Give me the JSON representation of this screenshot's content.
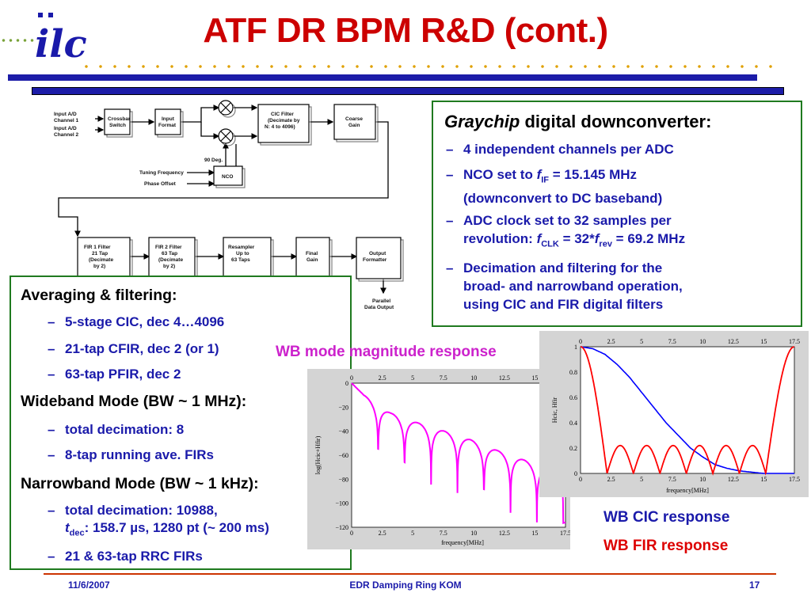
{
  "logo": {
    "text": "ilc"
  },
  "title": "ATF DR BPM R&D (cont.)",
  "block_diagram": {
    "labels": {
      "input1": "Input A/D Channel 1",
      "input2": "Input A/D Channel 2",
      "crossbar": "Crossbar Switch",
      "input_format": "Input Format",
      "cic": "CIC Filter (Decimate by N: 4 to 4096)",
      "coarse_gain": "Coarse Gain",
      "deg90": "90 Deg.",
      "tuning": "Tuning Frequency",
      "phase": "Phase Offset",
      "nco": "NCO",
      "fir1": "FIR 1 Filter 21 Tap (Decimate by 2)",
      "fir2": "FIR 2 Filter 63 Tap (Decimate by 2)",
      "resampler": "Resampler Up to 63 Taps",
      "final_gain": "Final Gain",
      "output_formatter": "Output Formatter",
      "parallel": "Parallel Data Output"
    }
  },
  "graychip": {
    "heading_italic": "Graychip",
    "heading_rest": " digital downconverter:",
    "items": [
      {
        "lines": [
          "4 independent channels per ADC"
        ]
      },
      {
        "lines": [
          "NCO set to f_IF = 15.145 MHz",
          "(downconvert to DC baseband)"
        ],
        "f_prefix": "NCO set to ",
        "f_letter": "f",
        "f_sub": "IF",
        "f_suffix": " = 15.145 MHz",
        "line2": "(downconvert to DC baseband)"
      },
      {
        "line1": "ADC clock set to 32 samples per",
        "line2_prefix": "revolution: ",
        "f1": "f",
        "sub1": "CLK",
        "mid": " = 32*",
        "f2": "f",
        "sub2": "rev",
        "suffix": " = 69.2 MHz"
      },
      {
        "lines": [
          "Decimation and filtering for the",
          "broad- and narrowband operation,",
          "using CIC and FIR digital filters"
        ]
      }
    ]
  },
  "averaging": {
    "h1": "Averaging & filtering:",
    "items1": [
      "5-stage CIC, dec 4…4096",
      "21-tap CFIR, dec 2 (or 1)",
      "63-tap PFIR, dec 2"
    ],
    "h2": "Wideband Mode (BW ~ 1 MHz):",
    "items2": [
      "total decimation: 8",
      "8-tap running ave. FIRs"
    ],
    "h3": "Narrowband Mode (BW ~ 1 kHz):",
    "item3a_line1": "total decimation: 10988,",
    "item3a_t": "t",
    "item3a_sub": "dec",
    "item3a_rest": ": 158.7 µs, 1280 pt (~ 200 ms)",
    "item3b": "21 & 63-tap RRC FIRs",
    "dash": "–"
  },
  "chart_data": [
    {
      "type": "line",
      "title": "WB mode magnitude response",
      "xlabel": "frequency[MHz]",
      "ylabel": "log(Hcic+Hfir)",
      "xlim": [
        0,
        17.5
      ],
      "ylim": [
        -120,
        0
      ],
      "xticks": [
        "0",
        "2.5",
        "5",
        "7.5",
        "10",
        "12.5",
        "15",
        "17.5"
      ],
      "yticks": [
        "0",
        "−20",
        "−40",
        "−60",
        "−80",
        "−100",
        "−120"
      ],
      "series": [
        {
          "color": "#ff00ff",
          "notch_x": [
            2.17,
            4.33,
            6.5,
            8.66,
            10.83,
            13.0,
            15.16
          ],
          "envelope_db": [
            [
              0,
              0
            ],
            [
              1.0,
              -10
            ],
            [
              3.2,
              -25
            ],
            [
              5.4,
              -33
            ],
            [
              7.6,
              -40
            ],
            [
              9.7,
              -47
            ],
            [
              11.9,
              -56
            ],
            [
              14.1,
              -64
            ],
            [
              16.2,
              -72
            ],
            [
              17.5,
              -68
            ]
          ]
        }
      ]
    },
    {
      "type": "line",
      "title": "",
      "xlabel": "frequency[MHz]",
      "ylabel": "Hcic, Hfir",
      "xlim": [
        0,
        17.5
      ],
      "ylim": [
        0,
        1
      ],
      "xticks": [
        "0",
        "2.5",
        "5",
        "7.5",
        "10",
        "12.5",
        "15",
        "17.5"
      ],
      "yticks": [
        "1",
        "0.8",
        "0.6",
        "0.4",
        "0.2",
        "0"
      ],
      "series": [
        {
          "name": "WB CIC response",
          "color": "#0000ff",
          "points": [
            [
              0,
              1
            ],
            [
              1,
              0.985
            ],
            [
              2,
              0.94
            ],
            [
              3,
              0.86
            ],
            [
              4,
              0.76
            ],
            [
              5,
              0.64
            ],
            [
              6,
              0.52
            ],
            [
              7,
              0.4
            ],
            [
              8,
              0.3
            ],
            [
              9,
              0.2
            ],
            [
              10,
              0.13
            ],
            [
              11,
              0.07
            ],
            [
              12,
              0.04
            ],
            [
              13,
              0.02
            ],
            [
              14,
              0.01
            ],
            [
              15,
              0.0
            ],
            [
              17.5,
              0.0
            ]
          ]
        },
        {
          "name": "WB FIR response",
          "color": "#ff0000",
          "notch_x": [
            2.17,
            4.33,
            6.5,
            8.66,
            10.83,
            13.0,
            15.16
          ],
          "lobe_peak": 0.22
        }
      ]
    }
  ],
  "captions": {
    "cic": "WB CIC response",
    "fir": "WB FIR response",
    "mag": "WB mode magnitude response"
  },
  "footer": {
    "date": "11/6/2007",
    "center": "EDR Damping Ring KOM",
    "page": "17"
  }
}
